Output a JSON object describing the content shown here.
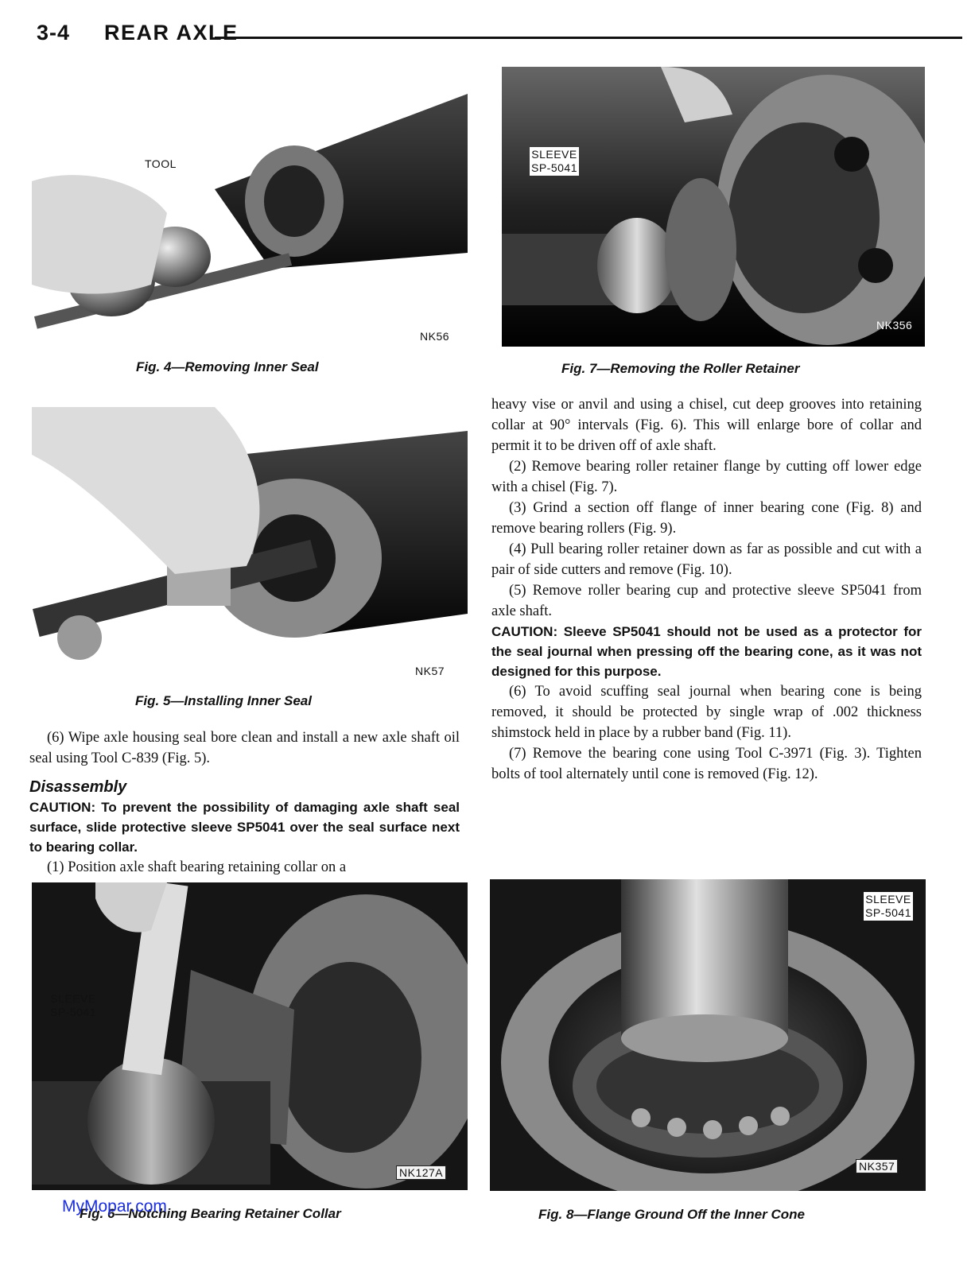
{
  "header": {
    "page_number": "3-4",
    "title": "REAR AXLE"
  },
  "figures": {
    "fig4": {
      "caption": "Fig. 4—Removing Inner Seal",
      "code": "NK56",
      "label": "TOOL"
    },
    "fig5": {
      "caption": "Fig. 5—Installing Inner Seal",
      "code": "NK57"
    },
    "fig6": {
      "caption": "Fig. 6—Notching Bearing Retainer Collar",
      "code": "NK127A",
      "label_line1": "SLEEVE",
      "label_line2": "SP-5041"
    },
    "fig7": {
      "caption": "Fig. 7—Removing the Roller Retainer",
      "code": "NK356",
      "label_line1": "SLEEVE",
      "label_line2": "SP-5041"
    },
    "fig8": {
      "caption": "Fig. 8—Flange Ground Off the Inner Cone",
      "code": "NK357",
      "label_line1": "SLEEVE",
      "label_line2": "SP-5041"
    }
  },
  "left_text": {
    "step6": "(6) Wipe axle housing seal bore clean and install a new axle shaft oil seal using Tool C-839 (Fig. 5).",
    "heading": "Disassembly",
    "caution": "CAUTION: To prevent the possibility of damaging axle shaft seal surface, slide protective sleeve SP5041 over the seal surface next to bearing collar.",
    "step1": "(1) Position axle shaft bearing retaining collar on a"
  },
  "right_text": {
    "cont": "heavy vise or anvil and using a chisel, cut deep grooves into retaining collar at 90° intervals (Fig. 6). This will enlarge bore of collar and permit it to be driven off of axle shaft.",
    "step2": "(2) Remove bearing roller retainer flange by cutting off lower edge with a chisel (Fig. 7).",
    "step3": "(3) Grind a section off flange of inner bearing cone (Fig. 8) and remove bearing rollers (Fig. 9).",
    "step4": "(4) Pull bearing roller retainer down as far as possible and cut with a pair of side cutters and remove (Fig. 10).",
    "step5": "(5) Remove roller bearing cup and protective sleeve SP5041 from axle shaft.",
    "caution": "CAUTION: Sleeve SP5041 should not be used as a protector for the seal journal when pressing off the bearing cone, as it was not designed for this purpose.",
    "step6": "(6) To avoid scuffing seal journal when bearing cone is being removed, it should be protected by single wrap of .002 thickness shimstock held in place by a rubber band (Fig. 11).",
    "step7": "(7) Remove the bearing cone using Tool C-3971 (Fig. 3). Tighten bolts of tool alternately until cone is removed (Fig. 12)."
  },
  "watermark": "MyMopar.com"
}
